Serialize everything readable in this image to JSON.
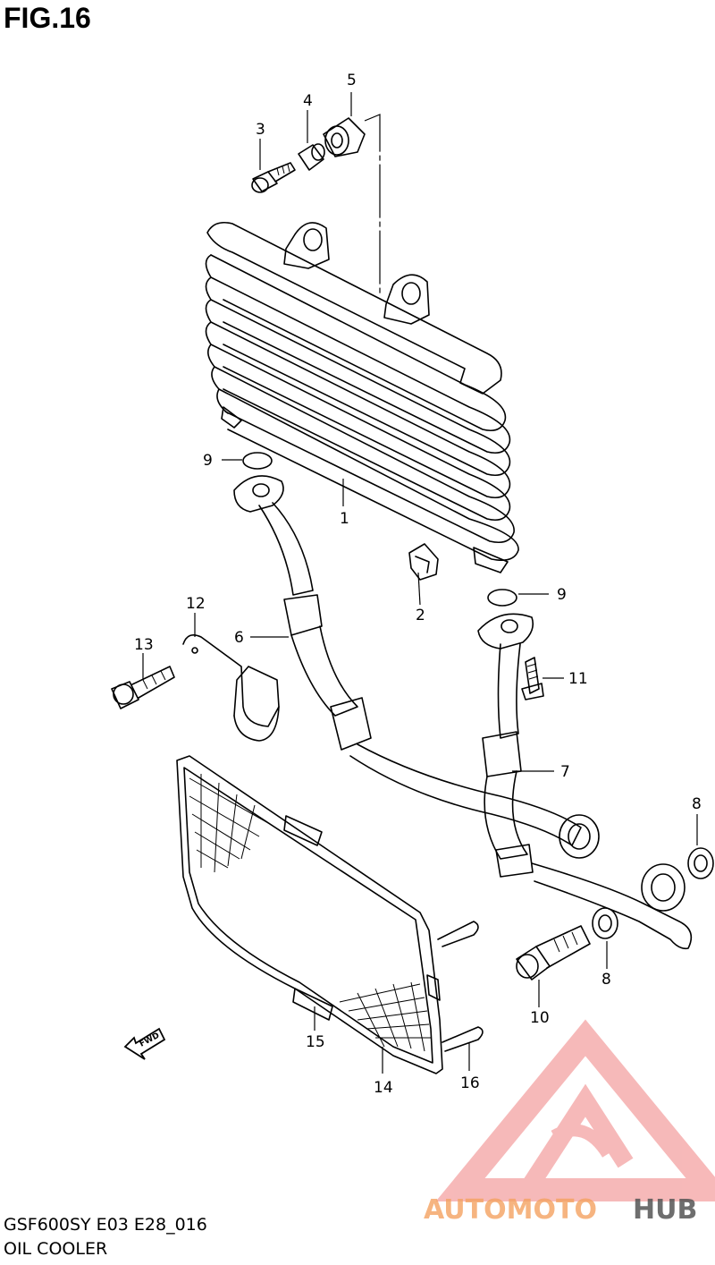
{
  "figure": {
    "title": "FIG.16"
  },
  "footer": {
    "model_code": "GSF600SY E03 E28_016",
    "diagram_name": "OIL COOLER"
  },
  "direction_arrow": {
    "label": "FWD",
    "icon": "forward-arrow-icon"
  },
  "callouts": [
    {
      "id": "c1",
      "label": "1"
    },
    {
      "id": "c2",
      "label": "2"
    },
    {
      "id": "c3",
      "label": "3"
    },
    {
      "id": "c4",
      "label": "4"
    },
    {
      "id": "c5",
      "label": "5"
    },
    {
      "id": "c6",
      "label": "6"
    },
    {
      "id": "c7",
      "label": "7"
    },
    {
      "id": "c8a",
      "label": "8"
    },
    {
      "id": "c8b",
      "label": "8"
    },
    {
      "id": "c9a",
      "label": "9"
    },
    {
      "id": "c9b",
      "label": "9"
    },
    {
      "id": "c10",
      "label": "10"
    },
    {
      "id": "c11",
      "label": "11"
    },
    {
      "id": "c12",
      "label": "12"
    },
    {
      "id": "c13",
      "label": "13"
    },
    {
      "id": "c14",
      "label": "14"
    },
    {
      "id": "c15",
      "label": "15"
    },
    {
      "id": "c16",
      "label": "16"
    }
  ],
  "watermark": {
    "text_part1": "AUTOMOTO",
    "text_part2": "HUB",
    "color_primary": "#f4a261",
    "color_accent": "#f08080",
    "color_dark": "#555555"
  }
}
